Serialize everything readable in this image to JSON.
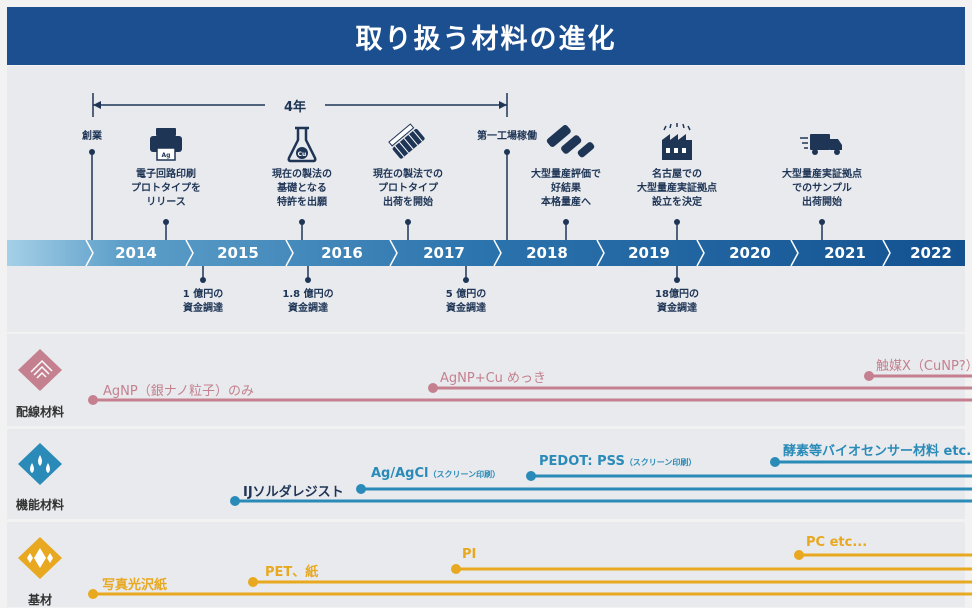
{
  "title": "取り扱う材料の進化",
  "duration_label": "4年",
  "milestones_top": {
    "founding": "創業",
    "factory": "第一工場稼働"
  },
  "events": [
    {
      "lines": [
        "電子回路印刷",
        "プロトタイプを",
        "リリース"
      ],
      "icon": "printer-icon"
    },
    {
      "lines": [
        "現在の製法の",
        "基礎となる",
        "特許を出願"
      ],
      "icon": "flask-icon"
    },
    {
      "lines": [
        "現在の製法での",
        "プロトタイプ",
        "出荷を開始"
      ],
      "icon": "film-roll-icon"
    },
    {
      "lines": [
        "大型量産評価で",
        "好結果",
        "本格量産へ"
      ],
      "icon": "rollers-icon"
    },
    {
      "lines": [
        "名古屋での",
        "大型量産実証拠点",
        "設立を決定"
      ],
      "icon": "factory-icon"
    },
    {
      "lines": [
        "大型量産実証拠点",
        "でのサンプル",
        "出荷開始"
      ],
      "icon": "truck-icon"
    }
  ],
  "years": [
    "2014",
    "2015",
    "2016",
    "2017",
    "2018",
    "2019",
    "2020",
    "2021",
    "2022"
  ],
  "funding": [
    {
      "lines": [
        "1 億円の",
        "資金調達"
      ]
    },
    {
      "lines": [
        "1.8 億円の",
        "資金調達"
      ]
    },
    {
      "lines": [
        "5 億円の",
        "資金調達"
      ]
    },
    {
      "lines": [
        "18億円の",
        "資金調達"
      ]
    }
  ],
  "categories": [
    {
      "label": "配線材料",
      "icon": "wiring-icon",
      "color": "#c4808f",
      "items": [
        {
          "text": "AgNP（銀ナノ粒子）のみ",
          "note": ""
        },
        {
          "text": "AgNP+Cu めっき",
          "note": ""
        },
        {
          "text": "触媒X（CuNP?）",
          "note": ""
        }
      ]
    },
    {
      "label": "機能材料",
      "icon": "droplets-icon",
      "color": "#2a8bb8",
      "items": [
        {
          "text": "IJソルダレジスト",
          "note": ""
        },
        {
          "text": "Ag/AgCl",
          "note": "（スクリーン印刷）"
        },
        {
          "text": "PEDOT: PSS",
          "note": "（スクリーン印刷）"
        },
        {
          "text": "酵素等バイオセンサー材料 etc...",
          "note": ""
        }
      ]
    },
    {
      "label": "基材",
      "icon": "diamond-icon",
      "color": "#e8a820",
      "items": [
        {
          "text": "写真光沢紙",
          "note": ""
        },
        {
          "text": "PET、紙",
          "note": ""
        },
        {
          "text": "PI",
          "note": ""
        },
        {
          "text": "PC etc...",
          "note": ""
        }
      ]
    }
  ],
  "colors": {
    "header": "#1c4f8f",
    "timeline_start": "#8fc3e0",
    "timeline_end": "#17548c",
    "text_dark": "#1f3556"
  }
}
